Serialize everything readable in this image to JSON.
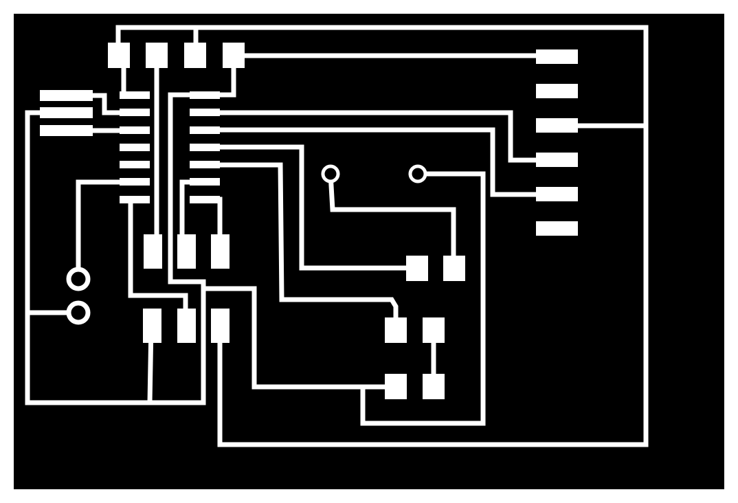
{
  "colors": {
    "page_background": "#ffffff",
    "board": "#000000",
    "copper": "#ffffff"
  },
  "diagram": {
    "type": "pcb-trace-layout",
    "title": "",
    "components": {
      "ic_package": "SOIC-14",
      "header_pins": 6,
      "smd_pad_pairs": 9,
      "edge_connector_pads": 3,
      "through_hole_vias": 4
    }
  }
}
